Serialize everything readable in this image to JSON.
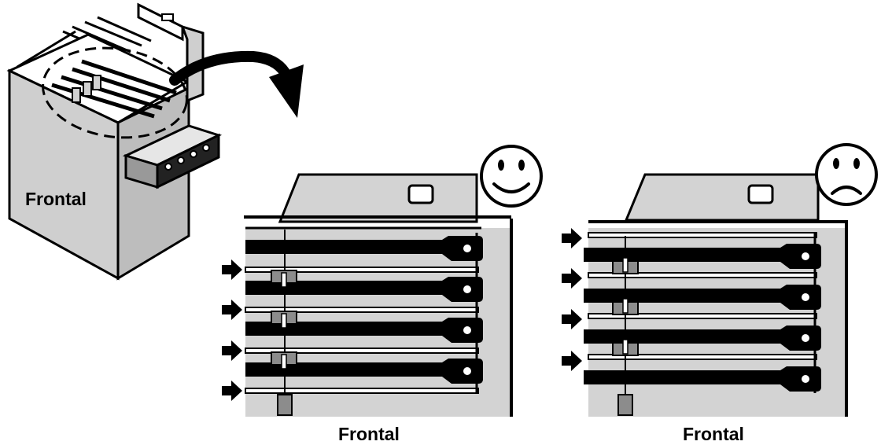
{
  "labels": {
    "iso_label": "Frontal",
    "correct_label": "Frontal",
    "incorrect_label": "Frontal"
  },
  "icons": {
    "correct": "happy-face-icon",
    "incorrect": "sad-face-icon",
    "callout": "curved-arrow-icon",
    "insert": "right-arrow-icon"
  },
  "colors": {
    "line": "#000000",
    "panel": "#d3d3d3",
    "clip": "#8c8c8c",
    "background": "#ffffff"
  }
}
